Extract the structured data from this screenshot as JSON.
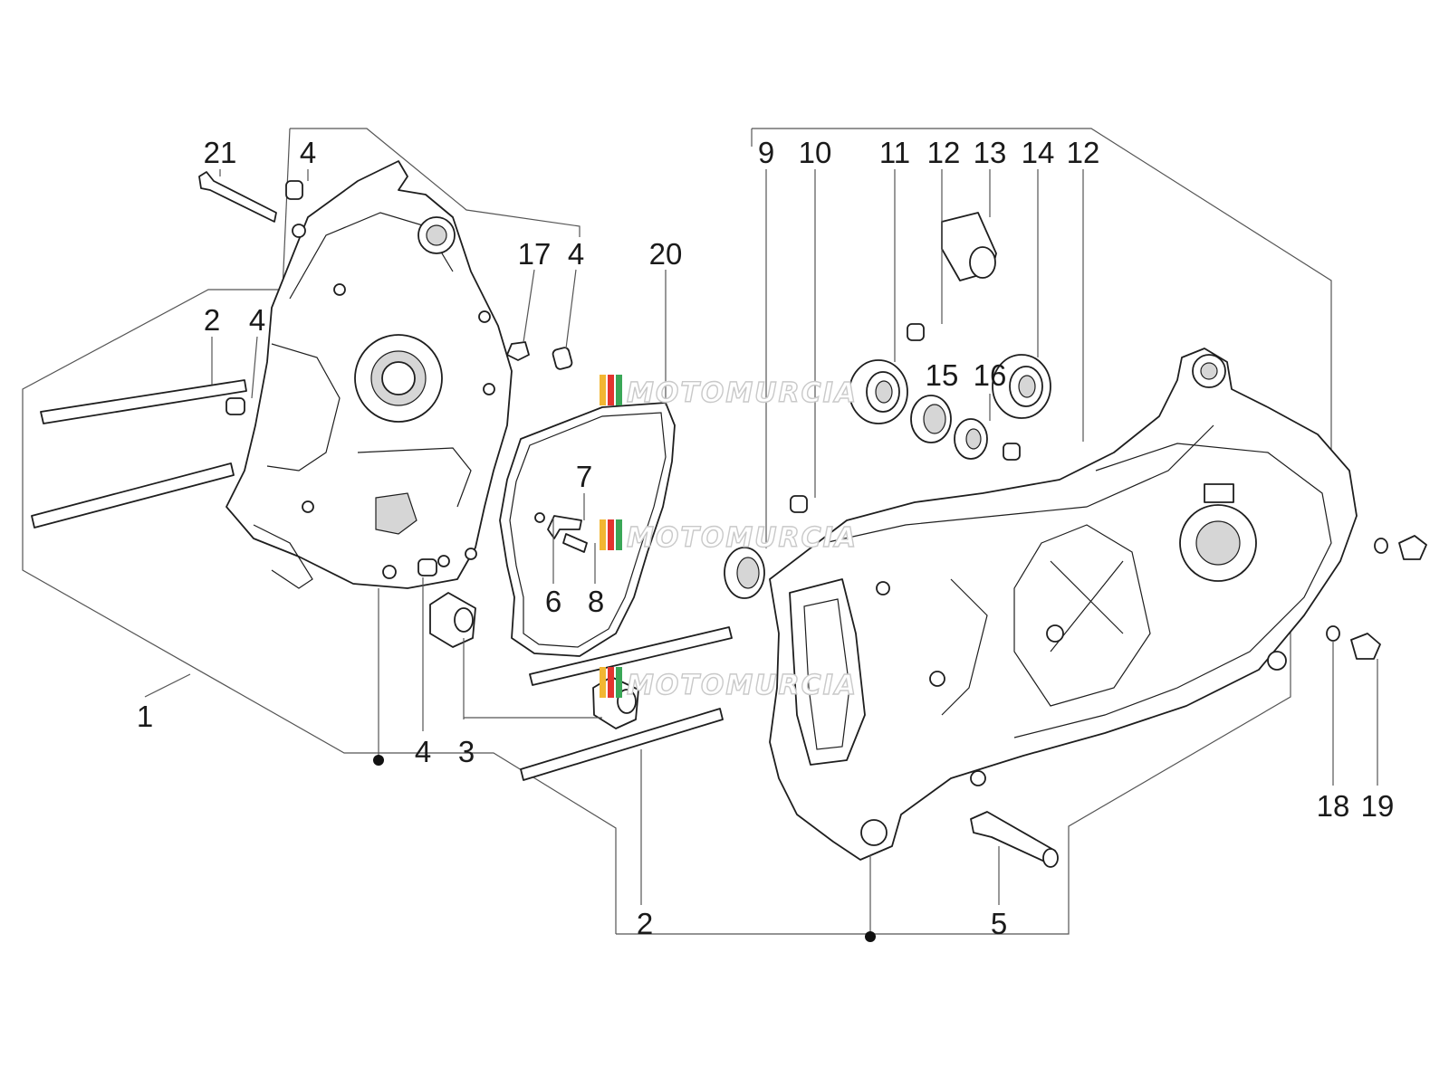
{
  "diagram": {
    "watermark": "MOTOMURCIA",
    "watermark_colors": [
      "#f2b632",
      "#e3342f",
      "#3aa757"
    ],
    "callouts": {
      "c21": "21",
      "c4a": "4",
      "c17": "17",
      "c4b": "4",
      "c20": "20",
      "c2a": "2",
      "c4c": "4",
      "c7": "7",
      "c6": "6",
      "c8": "8",
      "c1": "1",
      "c4d": "4",
      "c3": "3",
      "c2b": "2",
      "c9": "9",
      "c10": "10",
      "c11": "11",
      "c12a": "12",
      "c13": "13",
      "c14": "14",
      "c12b": "12",
      "c15": "15",
      "c16": "16",
      "c18": "18",
      "c19": "19",
      "c5": "5"
    }
  }
}
